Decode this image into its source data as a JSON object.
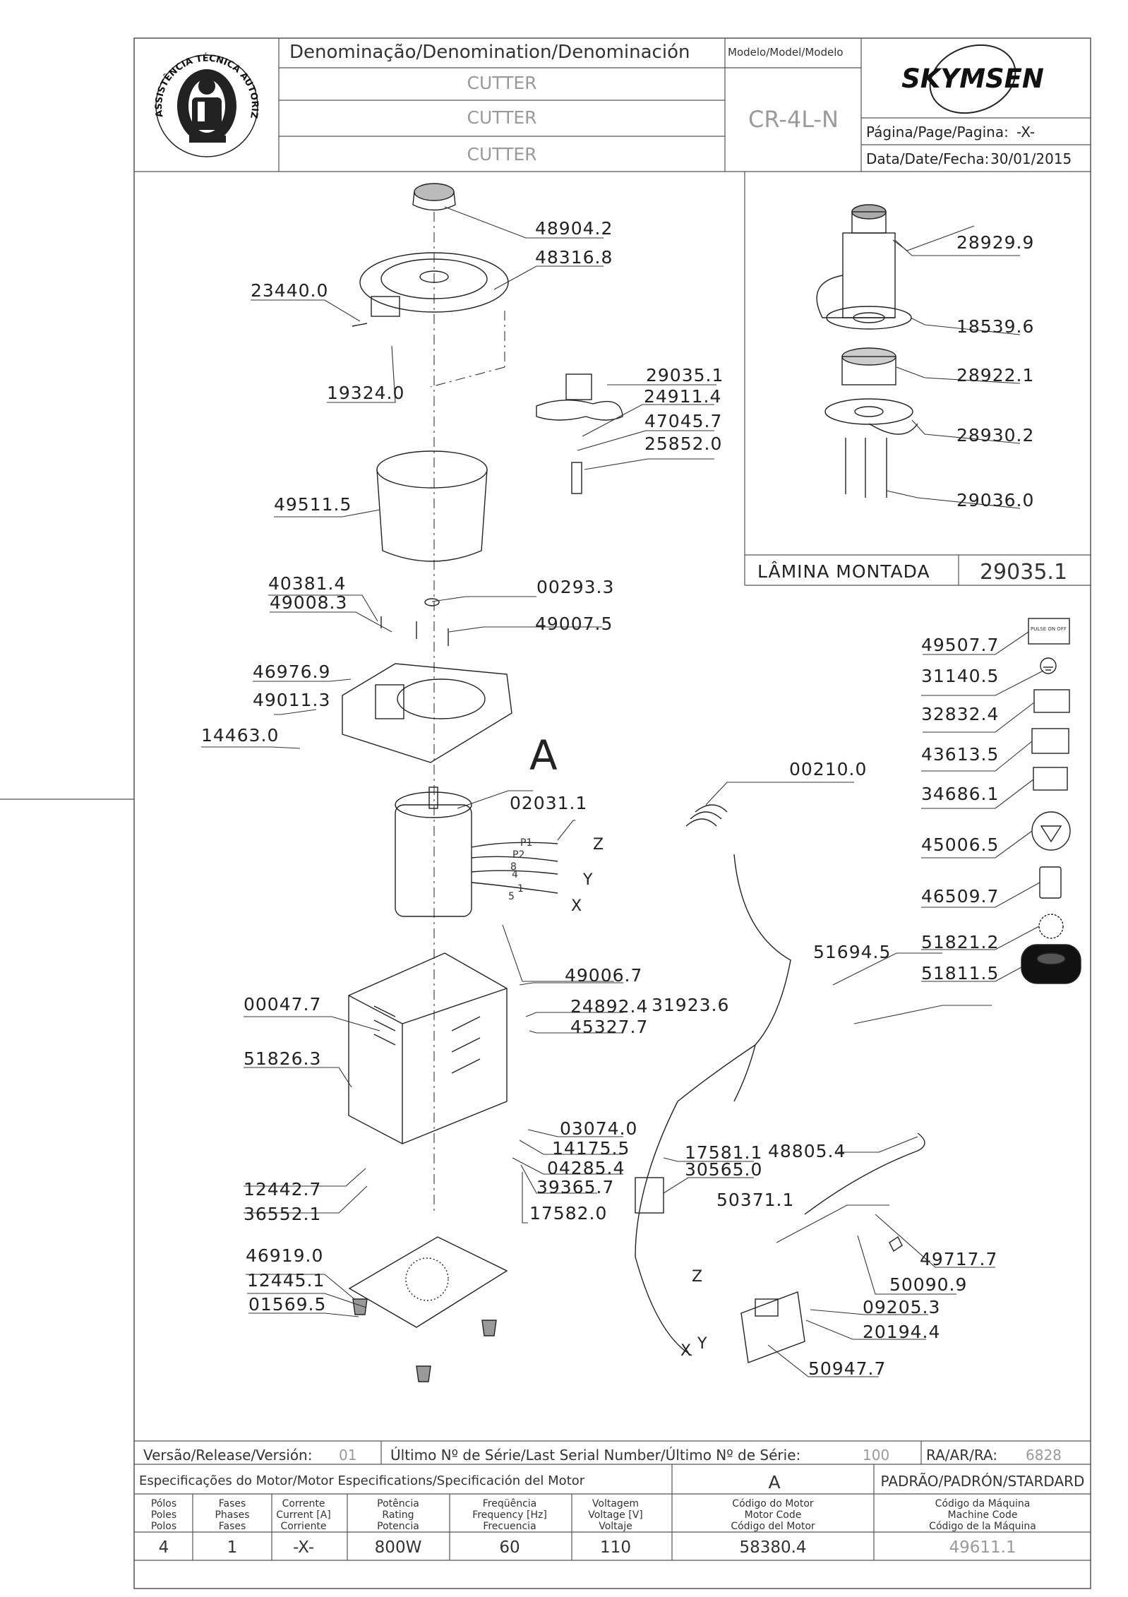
{
  "header": {
    "logo_text": "ASSISTÊNCIA TÉCNICA AUTORIZADA",
    "denomination_label": "Denominação/Denomination/Denominación",
    "model_label": "Modelo/Model/Modelo",
    "brand": "SKYMSEN",
    "names": [
      "CUTTER",
      "CUTTER",
      "CUTTER"
    ],
    "model": "CR-4L-N",
    "page_label": "Página/Page/Pagina:",
    "page_value": "-X-",
    "date_label": "Data/Date/Fecha:",
    "date_value": "30/01/2015"
  },
  "parts": {
    "p48904_2": "48904.2",
    "p48316_8": "48316.8",
    "p23440_0": "23440.0",
    "p19324_0": "19324.0",
    "p29035_1": "29035.1",
    "p24911_4": "24911.4",
    "p47045_7": "47045.7",
    "p25852_0": "25852.0",
    "p49511_5": "49511.5",
    "p40381_4": "40381.4",
    "p49008_3": "49008.3",
    "p00293_3": "00293.3",
    "p49007_5": "49007.5",
    "p46976_9": "46976.9",
    "p49011_3": "49011.3",
    "p14463_0": "14463.0",
    "p02031_1": "02031.1",
    "p49006_7": "49006.7",
    "p00047_7": "00047.7",
    "p24892_4": "24892.4",
    "p45327_7": "45327.7",
    "p51826_3": "51826.3",
    "p03074_0": "03074.0",
    "p14175_5": "14175.5",
    "p04285_4": "04285.4",
    "p39365_7": "39365.7",
    "p17582_0": "17582.0",
    "p12442_7": "12442.7",
    "p36552_1": "36552.1",
    "p46919_0": "46919.0",
    "p12445_1": "12445.1",
    "p01569_5": "01569.5",
    "p28929_9": "28929.9",
    "p18539_6": "18539.6",
    "p28922_1": "28922.1",
    "p28930_2": "28930.2",
    "p29036_0": "29036.0",
    "p49507_7": "49507.7",
    "p31140_5": "31140.5",
    "p32832_4": "32832.4",
    "p43613_5": "43613.5",
    "p34686_1": "34686.1",
    "p45006_5": "45006.5",
    "p46509_7": "46509.7",
    "p51821_2": "51821.2",
    "p51811_5": "51811.5",
    "p00210_0": "00210.0",
    "p51694_5": "51694.5",
    "p31923_6": "31923.6",
    "p17581_1": "17581.1",
    "p30565_0": "30565.0",
    "p48805_4": "48805.4",
    "p50371_1": "50371.1",
    "p49717_7": "49717.7",
    "p50090_9": "50090.9",
    "p09205_3": "09205.3",
    "p20194_4": "20194.4",
    "p50947_7": "50947.7"
  },
  "inset": {
    "assembled_label": "LÂMINA MONTADA",
    "assembled_code": "29035.1"
  },
  "callouts": {
    "view_a": "A",
    "z": "Z",
    "y": "Y",
    "x": "X",
    "wire_p1": "P1",
    "wire_p2": "P2",
    "wire_8": "8",
    "wire_4": "4",
    "wire_1": "1",
    "wire_5": "5",
    "sticker_text": "PULSE ON OFF"
  },
  "footer": {
    "release_label": "Versão/Release/Versión:",
    "release_value": "01",
    "serial_label": "Último Nº de Série/Last Serial Number/Último Nº de Série:",
    "serial_value": "100",
    "ra_label": "RA/AR/RA:",
    "ra_value": "6828",
    "motor_spec_label": "Especificações do Motor/Motor Especifications/Specificación del Motor",
    "motor_variant": "A",
    "standard_label": "PADRÃO/PADRÓN/STARDARD",
    "columns": [
      {
        "l1": "Pólos",
        "l2": "Poles",
        "l3": "Polos",
        "value": "4"
      },
      {
        "l1": "Fases",
        "l2": "Phases",
        "l3": "Fases",
        "value": "1"
      },
      {
        "l1": "Corrente",
        "l2": "Current [A]",
        "l3": "Corriente",
        "value": "-X-"
      },
      {
        "l1": "Potência",
        "l2": "Rating",
        "l3": "Potencia",
        "value": "800W"
      },
      {
        "l1": "Freqüência",
        "l2": "Frequency [Hz]",
        "l3": "Frecuencia",
        "value": "60"
      },
      {
        "l1": "Voltagem",
        "l2": "Voltage [V]",
        "l3": "Voltaje",
        "value": "110"
      },
      {
        "l1": "Código do Motor",
        "l2": "Motor Code",
        "l3": "Código del Motor",
        "value": "58380.4"
      },
      {
        "l1": "Código da Máquina",
        "l2": "Machine Code",
        "l3": "Código de la Máquina",
        "value": "49611.1"
      }
    ]
  }
}
